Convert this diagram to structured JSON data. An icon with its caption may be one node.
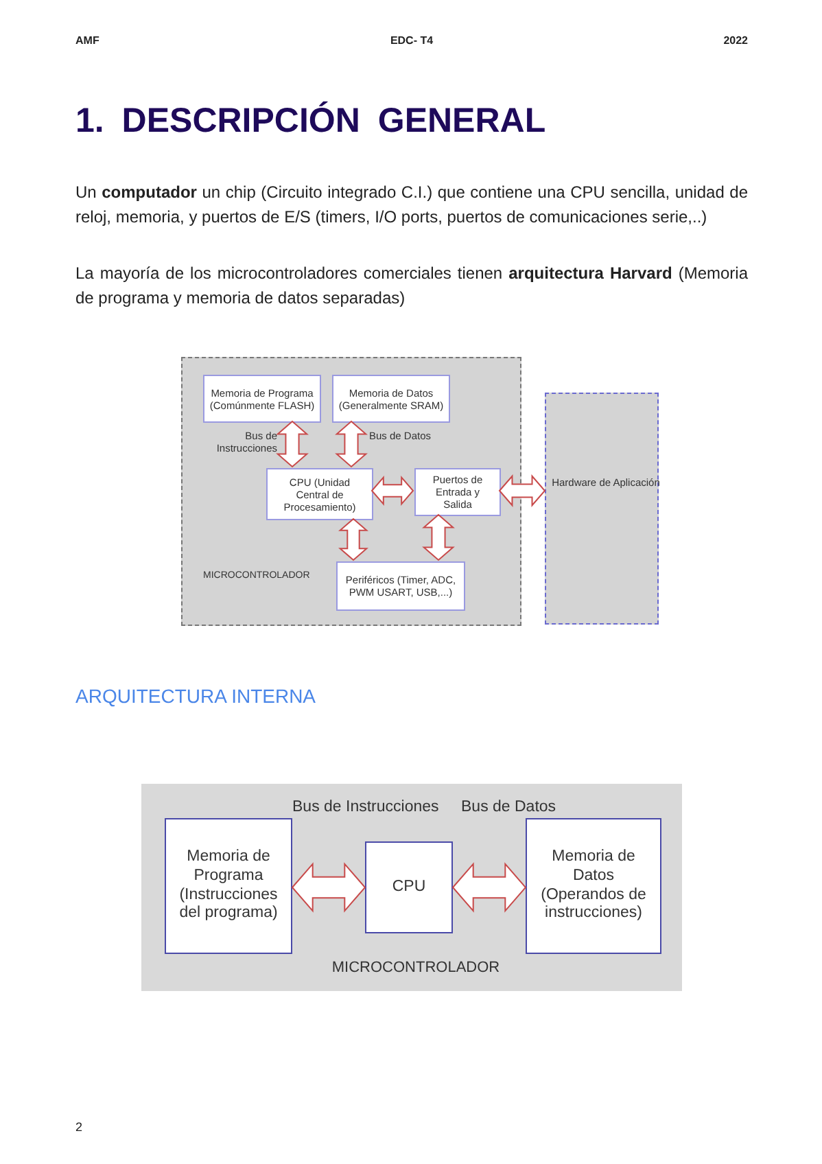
{
  "diagram": {
    "title": "1. DESCRIPCIÓN GENERAL",
    "nodes": [
      {
        "text": [
          "MICROCONTROLADOR"
        ]
      },
      {
        "text": [
          "Memoria de Programa (Comúnmente FLASH)"
        ],
        "in": 0
      },
      {
        "text": [
          "Memoria de Datos (Generalmente SRAM)"
        ],
        "in": 0
      },
      {
        "text": [
          "CPU (Unidad Central de Procesamiento)"
        ],
        "in": 0
      },
      {
        "text": [
          "Puertos de Entrada y Salida"
        ],
        "in": 0
      },
      {
        "text": [
          "Periféricos (Timer, ADC, PWM USART, USB,...)"
        ],
        "in": 0
      },
      {
        "text": [
          "Hardware de Aplicación"
        ]
      },
      {
        "text": [
          "MICROCONTROLADOR"
        ]
      },
      {
        "text": [
          "Memoria de Programa (Instrucciones del programa)"
        ],
        "in": 7
      },
      {
        "text": [
          "CPU"
        ],
        "in": 7
      },
      {
        "text": [
          "Memoria de Datos (Operandos de instrucciones)"
        ],
        "in": 7
      }
    ],
    "edges": [
      {
        "from": 1,
        "to": 3,
        "arrow": "both",
        "label": "Bus de Instrucciones"
      },
      {
        "from": 2,
        "to": 3,
        "arrow": "both",
        "label": "Bus de Datos"
      },
      {
        "from": 3,
        "to": 4,
        "arrow": "both"
      },
      {
        "from": 4,
        "to": 6,
        "arrow": "both"
      },
      {
        "from": 3,
        "to": 5,
        "arrow": "both"
      },
      {
        "from": 4,
        "to": 5,
        "arrow": "both"
      },
      {
        "from": 8,
        "to": 9,
        "arrow": "both",
        "label": "Bus de Instrucciones"
      },
      {
        "from": 9,
        "to": 10,
        "arrow": "both",
        "label": "Bus de Datos"
      }
    ],
    "labels": [
      "AMF",
      "EDC- T4",
      "2022",
      "Un **computador** un chip (Circuito integrado C.I.) que contiene una CPU sencilla, unidad de reloj, memoria, y puertos de E/S (timers, I/O ports, puertos de comunicaciones serie,..)",
      "La mayoría de los microcontroladores comerciales tienen **arquitectura Harvard** (Memoria de programa y memoria de datos separadas)",
      "ARQUITECTURA INTERNA",
      "2"
    ]
  }
}
